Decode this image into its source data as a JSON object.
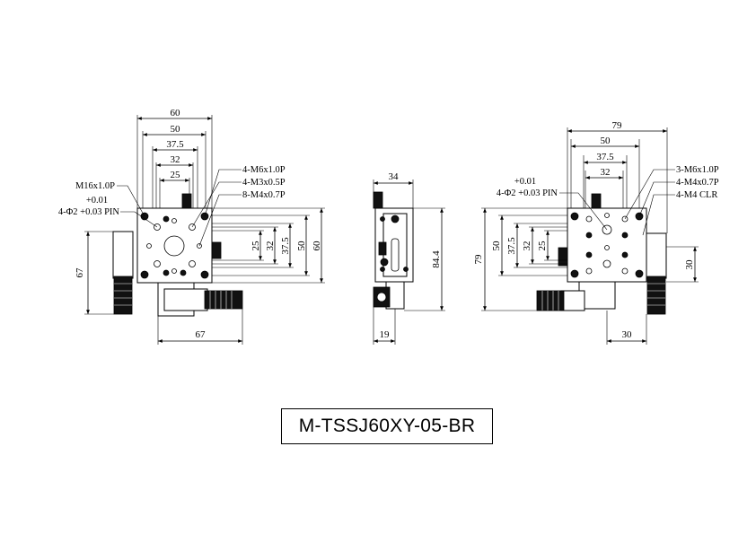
{
  "title_block": {
    "model": "M-TSSJ60XY-05-BR"
  },
  "left_view": {
    "dims_top": [
      "60",
      "50",
      "37.5",
      "32",
      "25"
    ],
    "dims_right": [
      "25",
      "32",
      "37.5",
      "50",
      "60"
    ],
    "dim_left": "67",
    "dim_bottom": "67",
    "callouts_right": [
      "4-M6x1.0P",
      "4-M3x0.5P",
      "8-M4x0.7P"
    ],
    "callouts_left": [
      "M16x1.0P",
      "+0.01",
      "4-Φ2 +0.03 PIN"
    ]
  },
  "side_view": {
    "dim_top": "34",
    "dim_right": "84.4",
    "dim_bottom": "19"
  },
  "right_view": {
    "dims_top": [
      "79",
      "50",
      "37.5",
      "32"
    ],
    "dims_left": [
      "50",
      "37.5",
      "32",
      "25"
    ],
    "dim_left_overall": "79",
    "dim_right": "30",
    "dim_bottom": "30",
    "callouts_right": [
      "3-M6x1.0P",
      "4-M4x0.7P",
      "4-M4 CLR"
    ],
    "callouts_left": [
      "+0.01",
      "4-Φ2 +0.03 PIN"
    ]
  }
}
